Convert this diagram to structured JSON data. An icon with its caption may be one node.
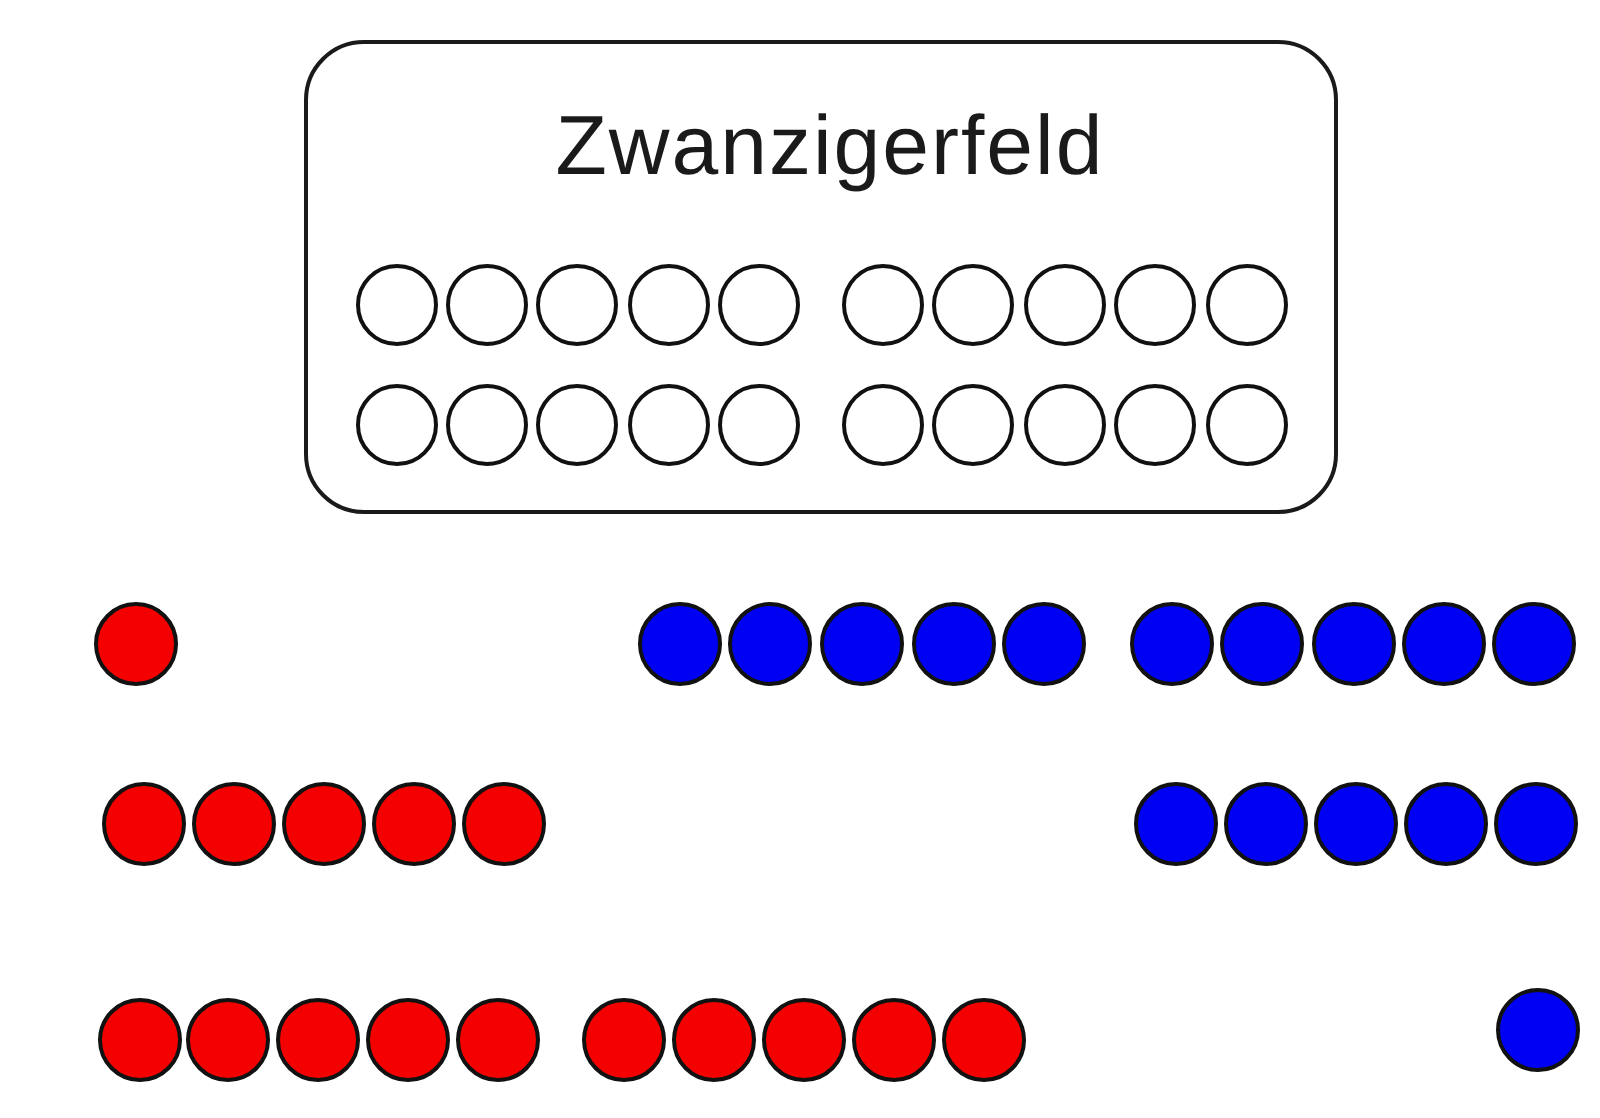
{
  "diagram": {
    "nodes": [
      {
        "text": [
          "Zwanzigerfeld"
        ]
      },
      {
        "text": [],
        "shape": "circle",
        "in": 0
      },
      {
        "text": [],
        "shape": "circle",
        "in": 0
      },
      {
        "text": [],
        "shape": "circle",
        "in": 0
      },
      {
        "text": [],
        "shape": "circle",
        "in": 0
      },
      {
        "text": [],
        "shape": "circle",
        "in": 0
      },
      {
        "text": [],
        "shape": "circle",
        "in": 0
      },
      {
        "text": [],
        "shape": "circle",
        "in": 0
      },
      {
        "text": [],
        "shape": "circle",
        "in": 0
      },
      {
        "text": [],
        "shape": "circle",
        "in": 0
      },
      {
        "text": [],
        "shape": "circle",
        "in": 0
      },
      {
        "text": [],
        "shape": "circle",
        "in": 0
      },
      {
        "text": [],
        "shape": "circle",
        "in": 0
      },
      {
        "text": [],
        "shape": "circle",
        "in": 0
      },
      {
        "text": [],
        "shape": "circle",
        "in": 0
      },
      {
        "text": [],
        "shape": "circle",
        "in": 0
      },
      {
        "text": [],
        "shape": "circle",
        "in": 0
      },
      {
        "text": [],
        "shape": "circle",
        "in": 0
      },
      {
        "text": [],
        "shape": "circle",
        "in": 0
      },
      {
        "text": [],
        "shape": "circle",
        "in": 0
      },
      {
        "text": [],
        "shape": "circle",
        "in": 0
      },
      {
        "text": [],
        "shape": "circle"
      },
      {
        "text": [],
        "shape": "circle"
      },
      {
        "text": [],
        "shape": "circle"
      },
      {
        "text": [],
        "shape": "circle"
      },
      {
        "text": [],
        "shape": "circle"
      },
      {
        "text": [],
        "shape": "circle"
      },
      {
        "text": [],
        "shape": "circle"
      },
      {
        "text": [],
        "shape": "circle"
      },
      {
        "text": [],
        "shape": "circle"
      },
      {
        "text": [],
        "shape": "circle"
      },
      {
        "text": [],
        "shape": "circle"
      },
      {
        "text": [],
        "shape": "circle"
      },
      {
        "text": [],
        "shape": "circle"
      },
      {
        "text": [],
        "shape": "circle"
      },
      {
        "text": [],
        "shape": "circle"
      },
      {
        "text": [],
        "shape": "circle"
      },
      {
        "text": [],
        "shape": "circle"
      },
      {
        "text": [],
        "shape": "circle"
      },
      {
        "text": [],
        "shape": "circle"
      },
      {
        "text": [],
        "shape": "circle"
      },
      {
        "text": [],
        "shape": "circle"
      },
      {
        "text": [],
        "shape": "circle"
      },
      {
        "text": [],
        "shape": "circle"
      },
      {
        "text": [],
        "shape": "circle"
      },
      {
        "text": [],
        "shape": "circle"
      },
      {
        "text": [],
        "shape": "circle"
      },
      {
        "text": [],
        "shape": "circle"
      },
      {
        "text": [],
        "shape": "circle"
      },
      {
        "text": [],
        "shape": "circle"
      },
      {
        "text": [],
        "shape": "circle"
      },
      {
        "text": [],
        "shape": "circle"
      },
      {
        "text": [],
        "shape": "circle"
      }
    ]
  }
}
